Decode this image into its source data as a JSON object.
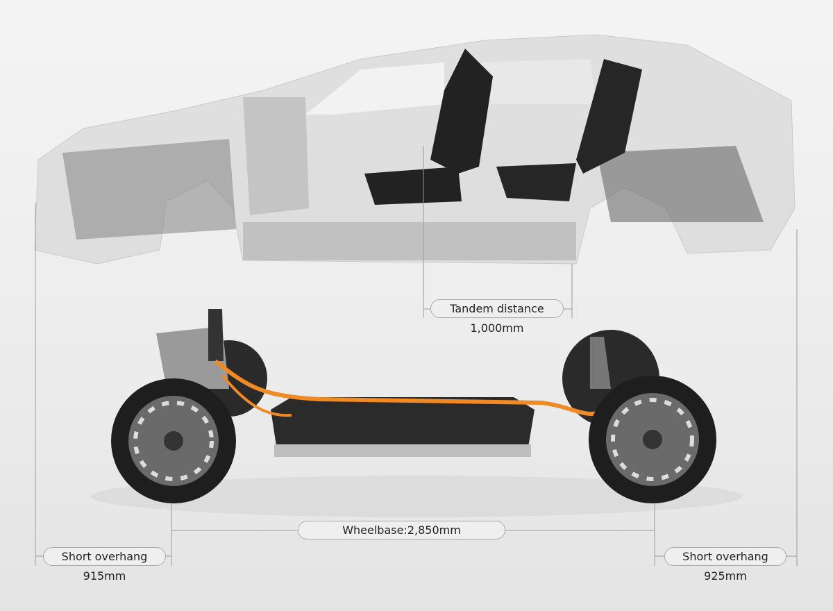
{
  "dimensions": {
    "tandem": {
      "label": "Tandem distance",
      "value": "1,000mm"
    },
    "wheelbase": {
      "label": "Wheelbase:2,850mm"
    },
    "front_overhang": {
      "label": "Short overhang",
      "value": "915mm"
    },
    "rear_overhang": {
      "label": "Short overhang",
      "value": "925mm"
    }
  },
  "colors": {
    "line": "#9a9a9a",
    "cable": "#f08a24",
    "tire": "#1e1e1e"
  }
}
